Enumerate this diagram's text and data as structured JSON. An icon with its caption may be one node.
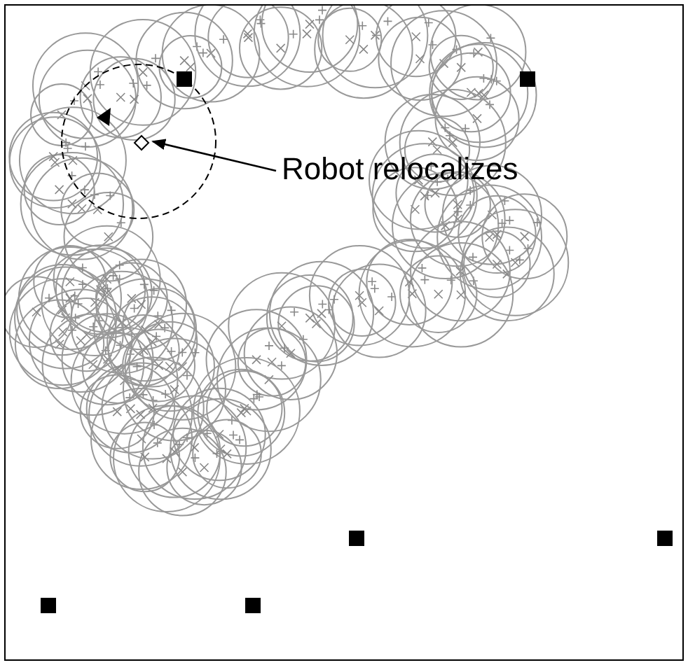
{
  "diagram": {
    "nodes": [
      {
        "text": [
          "Robot relocalizes"
        ]
      },
      {
        "text": [],
        "shape": "diamond"
      }
    ],
    "edges": [
      {
        "from": 0,
        "to": 1,
        "arrow": "to"
      }
    ]
  }
}
